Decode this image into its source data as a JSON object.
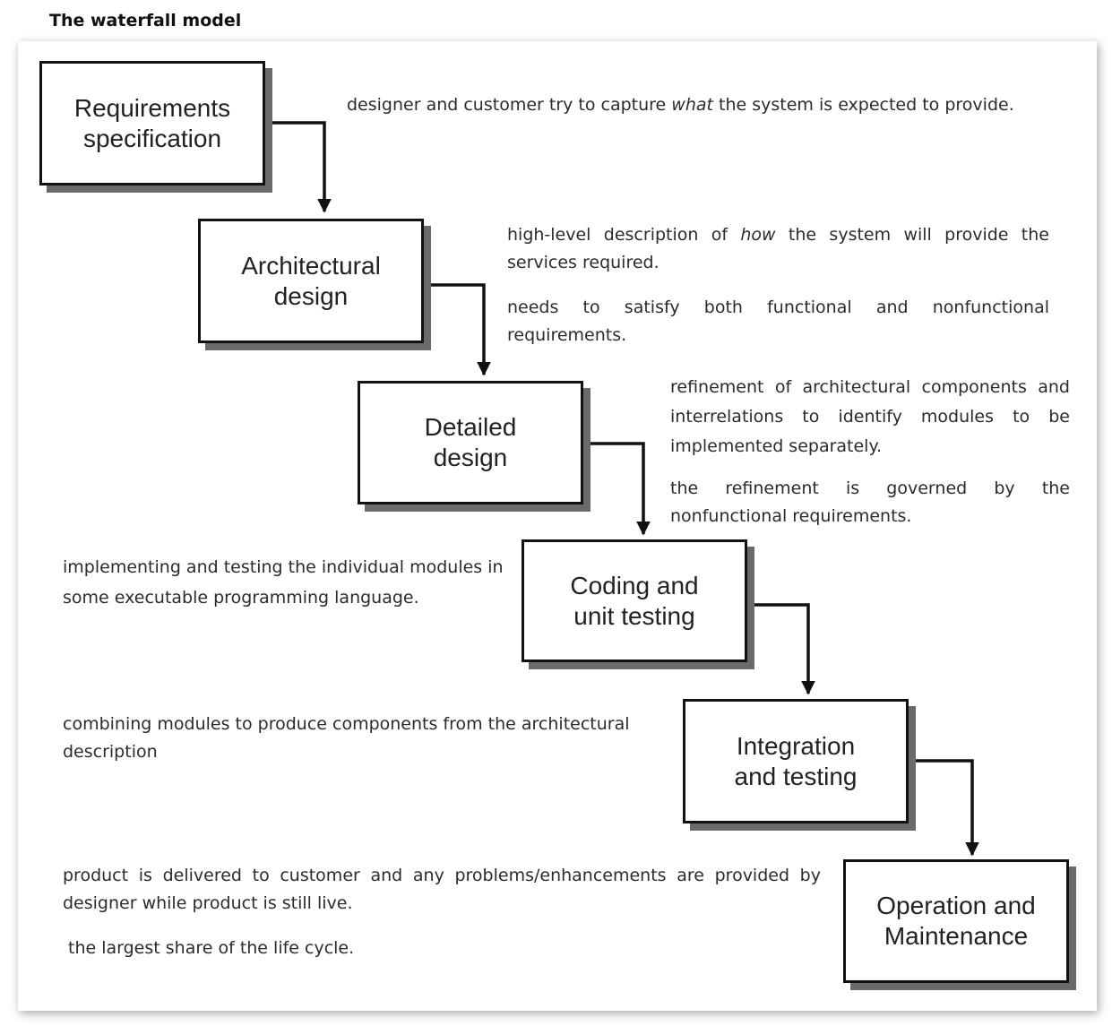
{
  "title": "The waterfall model",
  "stages": [
    {
      "label": "Requirements\nspecification"
    },
    {
      "label": "Architectural\ndesign"
    },
    {
      "label": "Detailed\ndesign"
    },
    {
      "label": "Coding and\nunit testing"
    },
    {
      "label": "Integration\nand testing"
    },
    {
      "label": "Operation and\nMaintenance"
    }
  ],
  "notes": {
    "requirements": {
      "pre": "designer and customer try to capture ",
      "em": "what",
      "post": " the system is expected to provide."
    },
    "architectural_1": {
      "pre": "high-level description of ",
      "em": "how",
      "post": " the system will provide the services required."
    },
    "architectural_2": "needs to satisfy both functional and nonfunctional requirements.",
    "detailed_1": "refinement of architectural components and interrelations to identify modules to be implemented separately.",
    "detailed_2": "the refinement is governed by the nonfunctional requirements.",
    "coding": "implementing and testing the individual modules in some executable programming language.",
    "integration": "combining modules to produce components from the architectural description",
    "operation_1": "product is delivered to customer and any problems/enhancements are provided by designer while product is still live.",
    "operation_2": "the largest share of the life cycle."
  }
}
